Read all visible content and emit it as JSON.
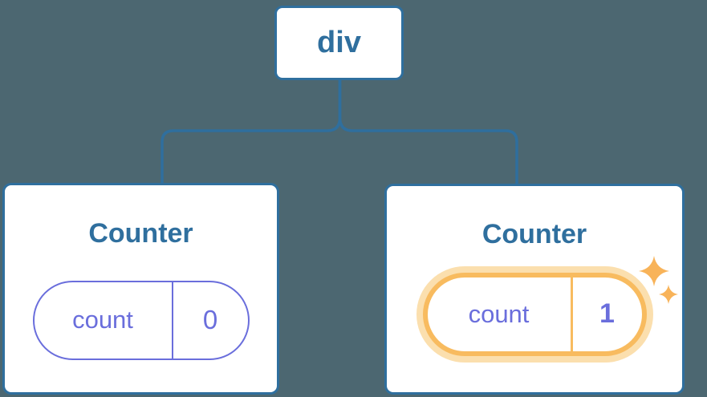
{
  "canvas": {
    "background": "#4C6771"
  },
  "diagram": {
    "root": {
      "label": "div"
    },
    "children": [
      {
        "title": "Counter",
        "state": {
          "key": "count",
          "value": "0"
        },
        "highlighted": false
      },
      {
        "title": "Counter",
        "state": {
          "key": "count",
          "value": "1"
        },
        "highlighted": true
      }
    ],
    "icons": [
      {
        "name": "sparkle-icon-large"
      },
      {
        "name": "sparkle-icon-small"
      }
    ]
  },
  "colors": {
    "background": "#4C6771",
    "node_border_blue": "#2F6F9E",
    "title_blue": "#2F6F9E",
    "state_purple": "#6A6EDC",
    "highlight_orange": "#F8BB5F",
    "highlight_glow": "#FBDFAE",
    "sparkle_orange": "#F8B359",
    "card_background": "#FFFFFF"
  }
}
